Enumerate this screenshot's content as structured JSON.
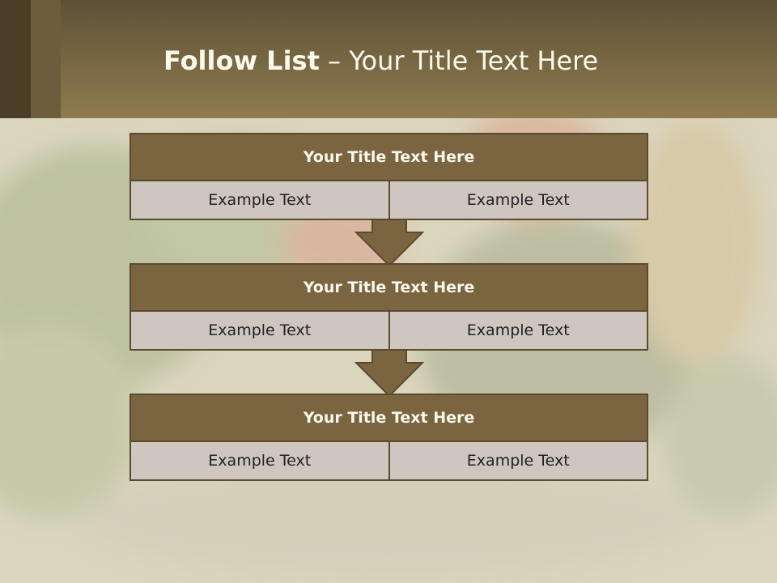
{
  "slide": {
    "title_bold": "Follow List",
    "title_rest": " – Your Title Text Here"
  },
  "steps": [
    {
      "title": "Your Title Text Here",
      "left": "Example Text",
      "right": "Example Text"
    },
    {
      "title": "Your Title Text Here",
      "left": "Example Text",
      "right": "Example Text"
    },
    {
      "title": "Your Title Text Here",
      "left": "Example Text",
      "right": "Example Text"
    }
  ],
  "colors": {
    "header": "#8f7b4e",
    "box_head": "#7a6540",
    "cell": "#cfc6bf",
    "border": "#5a4a2e"
  }
}
